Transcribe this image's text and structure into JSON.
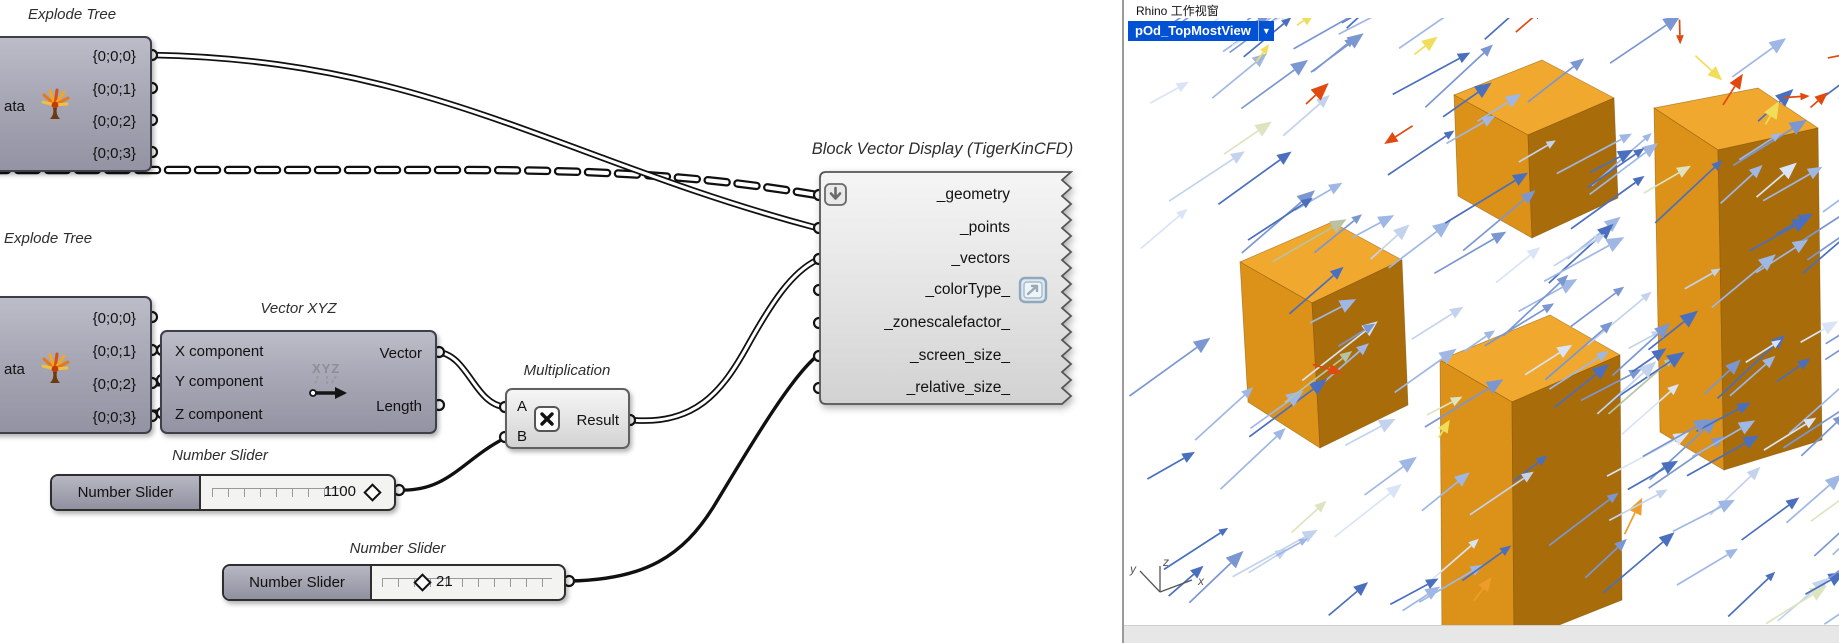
{
  "canvas": {
    "explode_tree_1": {
      "title": "Explode Tree",
      "input_label": "ata",
      "outputs": [
        "{0;0;0}",
        "{0;0;1}",
        "{0;0;2}",
        "{0;0;3}"
      ]
    },
    "explode_tree_2": {
      "title": "Explode Tree",
      "input_label": "ata",
      "outputs": [
        "{0;0;0}",
        "{0;0;1}",
        "{0;0;2}",
        "{0;0;3}"
      ]
    },
    "vector_xyz": {
      "title": "Vector XYZ",
      "inputs": [
        "X component",
        "Y component",
        "Z component"
      ],
      "outputs": [
        "Vector",
        "Length"
      ]
    },
    "multiplication": {
      "title": "Multiplication",
      "inputs": [
        "A",
        "B"
      ],
      "output": "Result"
    },
    "block_vector_display": {
      "title": "Block Vector Display (TigerKinCFD)",
      "inputs": [
        "_geometry",
        "_points",
        "_vectors",
        "_colorType_",
        "_zonescalefactor_",
        "_screen_size_",
        "_relative_size_"
      ]
    },
    "slider_1": {
      "title": "Number Slider",
      "label": "Number Slider",
      "value": "1100"
    },
    "slider_2": {
      "title": "Number Slider",
      "label": "Number Slider",
      "value": "21"
    }
  },
  "rhino": {
    "window_title": "Rhino 工作视窗",
    "viewport_label": "pOd_TopMostView",
    "axis": {
      "x": "x",
      "y": "y",
      "z": "z"
    },
    "colors": {
      "viewport_label_bg": "#0051d4",
      "box_top": "#f0a82e",
      "box_light": "#dc9118",
      "box_dark": "#a96c0b"
    },
    "arrow_palette": [
      "#4a6fbe",
      "#7b97d2",
      "#9fb7e4",
      "#c3d3ee",
      "#d9e4f6",
      "#b7c3a4",
      "#dde4c2",
      "#f0de5a",
      "#ef9c2c",
      "#e1490f"
    ]
  }
}
